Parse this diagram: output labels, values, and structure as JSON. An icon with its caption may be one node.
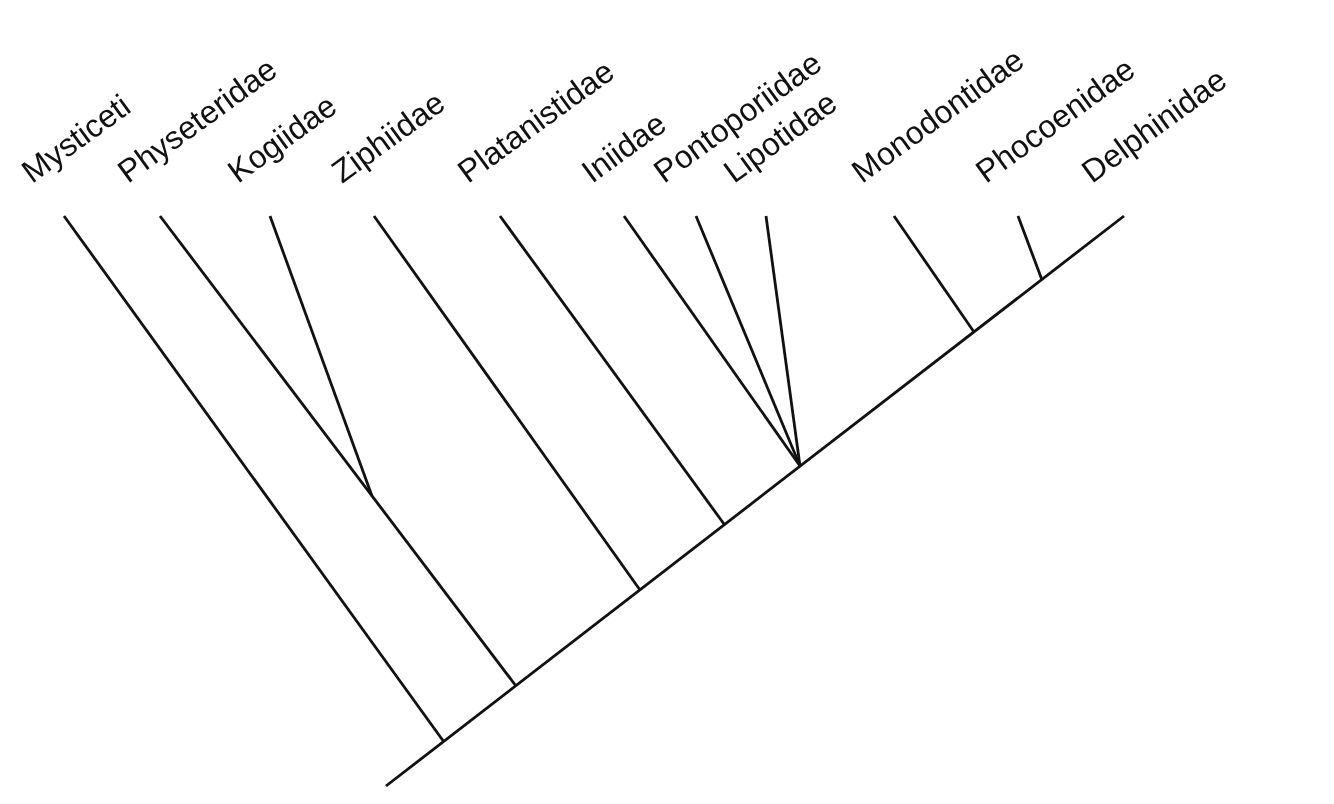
{
  "diagram": {
    "labels": [
      "Mysticeti",
      "Physeteridae",
      "Kogiidae",
      "Ziphiidae",
      "Platanistidae",
      "Iniidae",
      "Pontoporiidae",
      "Lipotidae",
      "Monodontidae",
      "Phocoenidae",
      "Delphinidae"
    ]
  }
}
